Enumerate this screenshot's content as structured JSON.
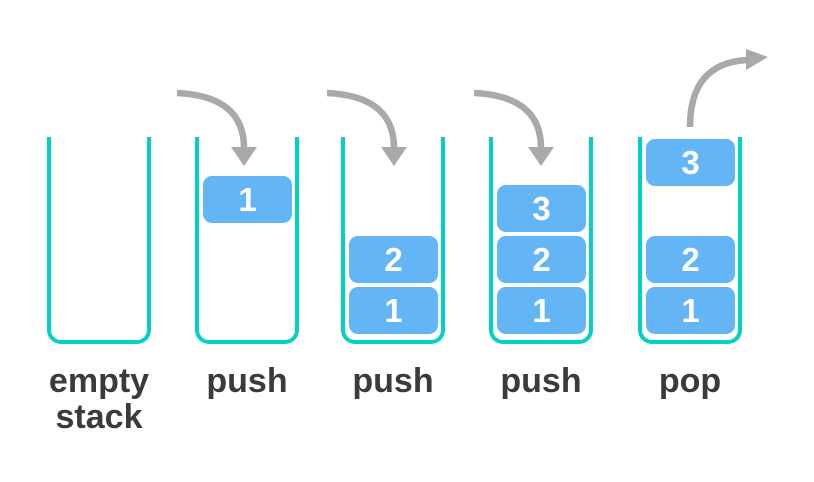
{
  "stages": [
    {
      "label": "empty stack",
      "arrow": null,
      "boxes": []
    },
    {
      "label": "push",
      "arrow": "push-in-arrow",
      "boxes": [
        {
          "value": "1"
        }
      ]
    },
    {
      "label": "push",
      "arrow": "push-in-arrow",
      "boxes": [
        {
          "value": "2"
        },
        {
          "value": "1"
        }
      ]
    },
    {
      "label": "push",
      "arrow": "push-in-arrow",
      "boxes": [
        {
          "value": "3"
        },
        {
          "value": "2"
        },
        {
          "value": "1"
        }
      ]
    },
    {
      "label": "pop",
      "arrow": "pop-out-arrow",
      "boxes": [
        {
          "value": "3"
        },
        {
          "value": "2"
        },
        {
          "value": "1"
        }
      ]
    }
  ],
  "colors": {
    "background": "#ffffff",
    "stack_outline": "#00d2c5",
    "item_fill": "#64b5f6",
    "item_text": "#ffffff",
    "arrow": "#a9a9a9",
    "label_text": "#3b3b3b"
  }
}
